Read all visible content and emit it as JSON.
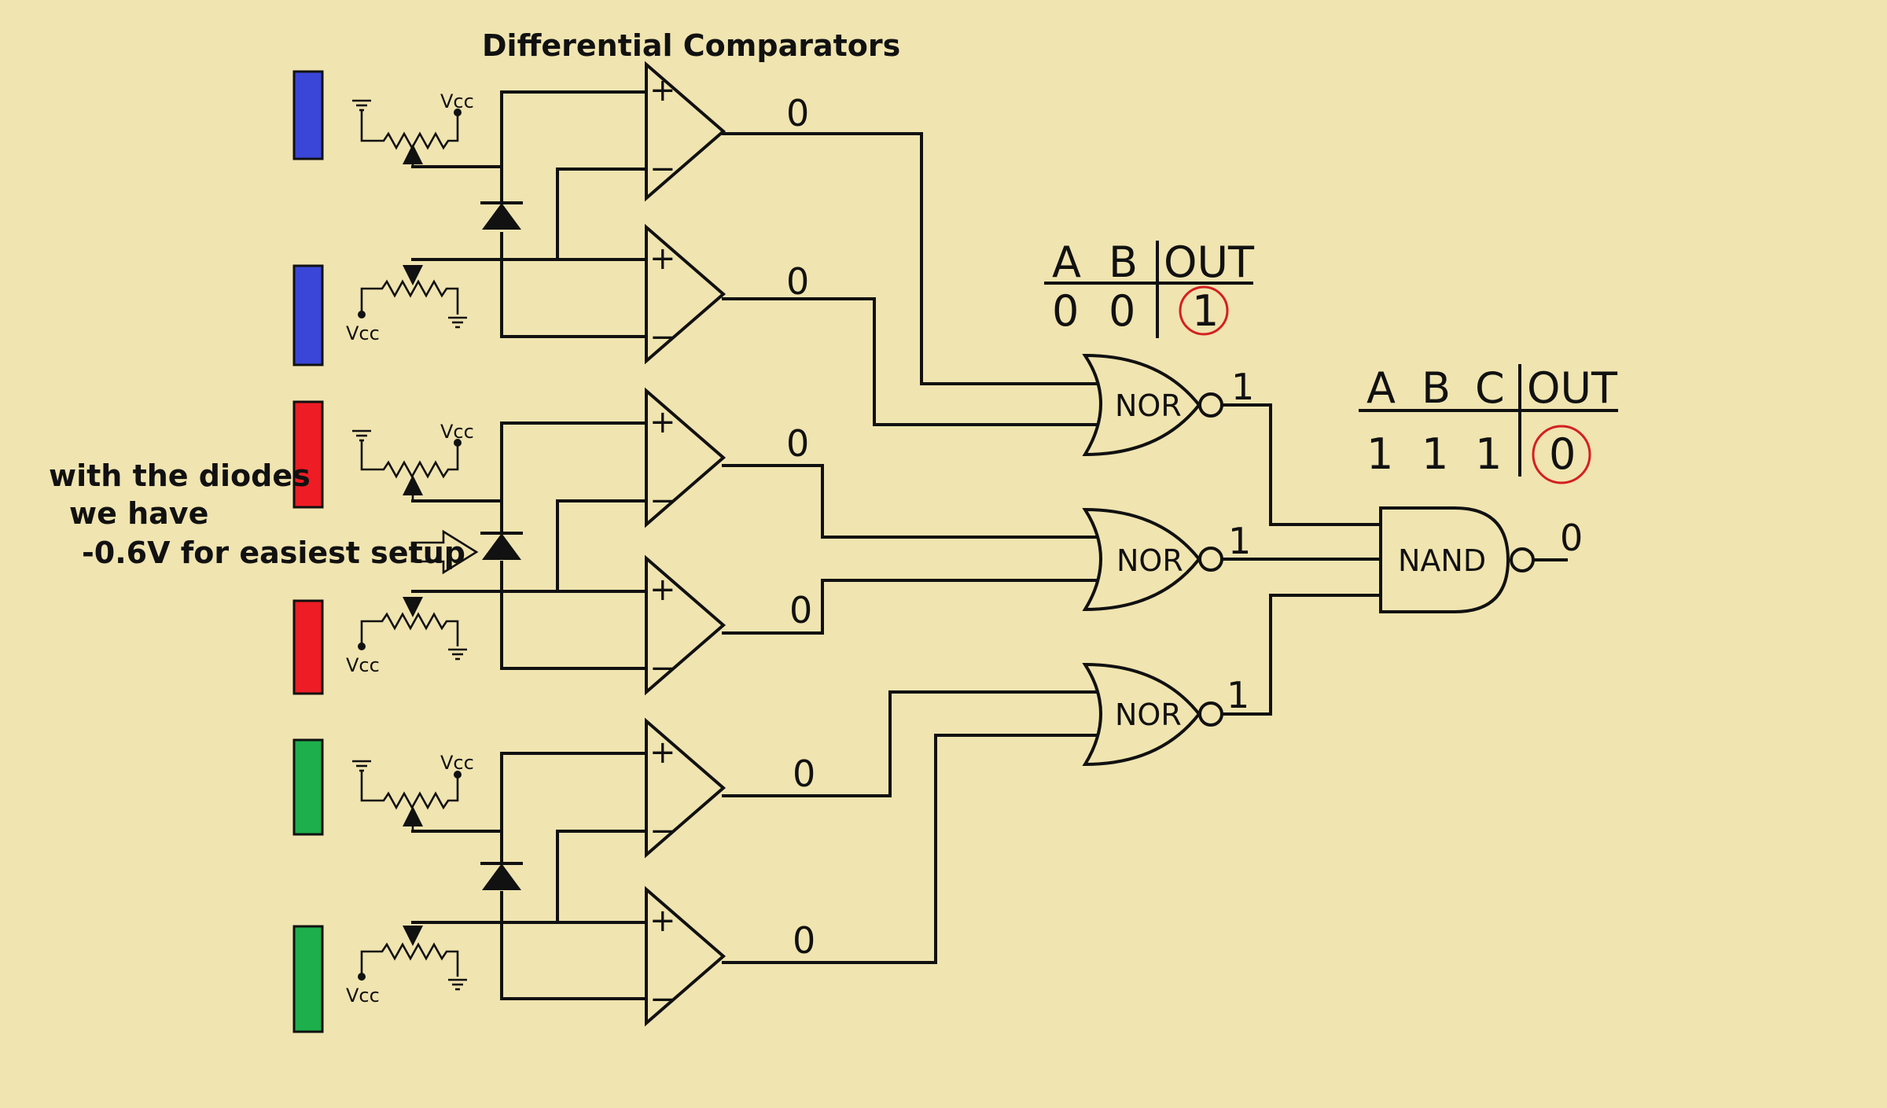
{
  "title": "Differential Comparators",
  "note": {
    "line1": "with the diodes",
    "line2": "we have",
    "line3": "-0.6V for easiest setup"
  },
  "sensor_colors": [
    "#3A46D8",
    "#3A46D8",
    "#EE1C24",
    "#EE1C24",
    "#1DAF4B",
    "#1DAF4B"
  ],
  "potentiometers": [
    {
      "supply": "Vcc"
    },
    {
      "supply": "Vcc"
    },
    {
      "supply": "Vcc"
    },
    {
      "supply": "Vcc"
    },
    {
      "supply": "Vcc"
    },
    {
      "supply": "Vcc"
    }
  ],
  "comparators": {
    "plus": "+",
    "minus": "−",
    "outputs": [
      "0",
      "0",
      "0",
      "0",
      "0",
      "0"
    ]
  },
  "nor_gates": [
    {
      "label": "NOR",
      "output": "1"
    },
    {
      "label": "NOR",
      "output": "1"
    },
    {
      "label": "NOR",
      "output": "1"
    }
  ],
  "nand_gate": {
    "label": "NAND",
    "output": "0"
  },
  "nor_truth_table": {
    "headers": [
      "A",
      "B",
      "OUT"
    ],
    "row": [
      "0",
      "0",
      "1"
    ]
  },
  "nand_truth_table": {
    "headers": [
      "A",
      "B",
      "C",
      "OUT"
    ],
    "row": [
      "1",
      "1",
      "1",
      "0"
    ]
  }
}
